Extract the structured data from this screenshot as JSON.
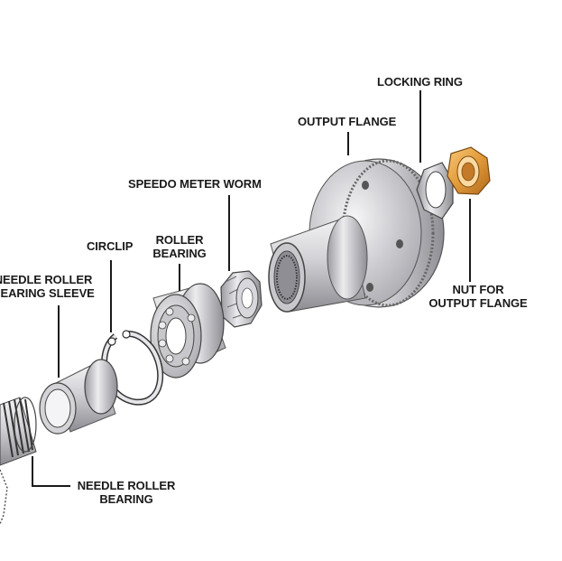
{
  "labels": {
    "locking_ring": "LOCKING RING",
    "output_flange": "OUTPUT FLANGE",
    "speedo_meter_worm": "SPEEDO METER WORM",
    "circlip": "CIRCLIP",
    "roller_bearing": [
      "ROLLER",
      "BEARING"
    ],
    "needle_roller_bearing_sleeve": [
      "NEEDLE ROLLER",
      "BEARING SLEEVE"
    ],
    "nut_for_output_flange": [
      "NUT FOR",
      "OUTPUT FLANGE"
    ],
    "needle_roller_bearing": [
      "NEEDLE ROLLER",
      "BEARING"
    ]
  },
  "colors": {
    "leader_line": "#1a1a1a",
    "metal_light": "#e8e8ea",
    "metal_mid": "#b8b8bc",
    "metal_dark": "#7a7a80",
    "nut": "#e8a040"
  }
}
